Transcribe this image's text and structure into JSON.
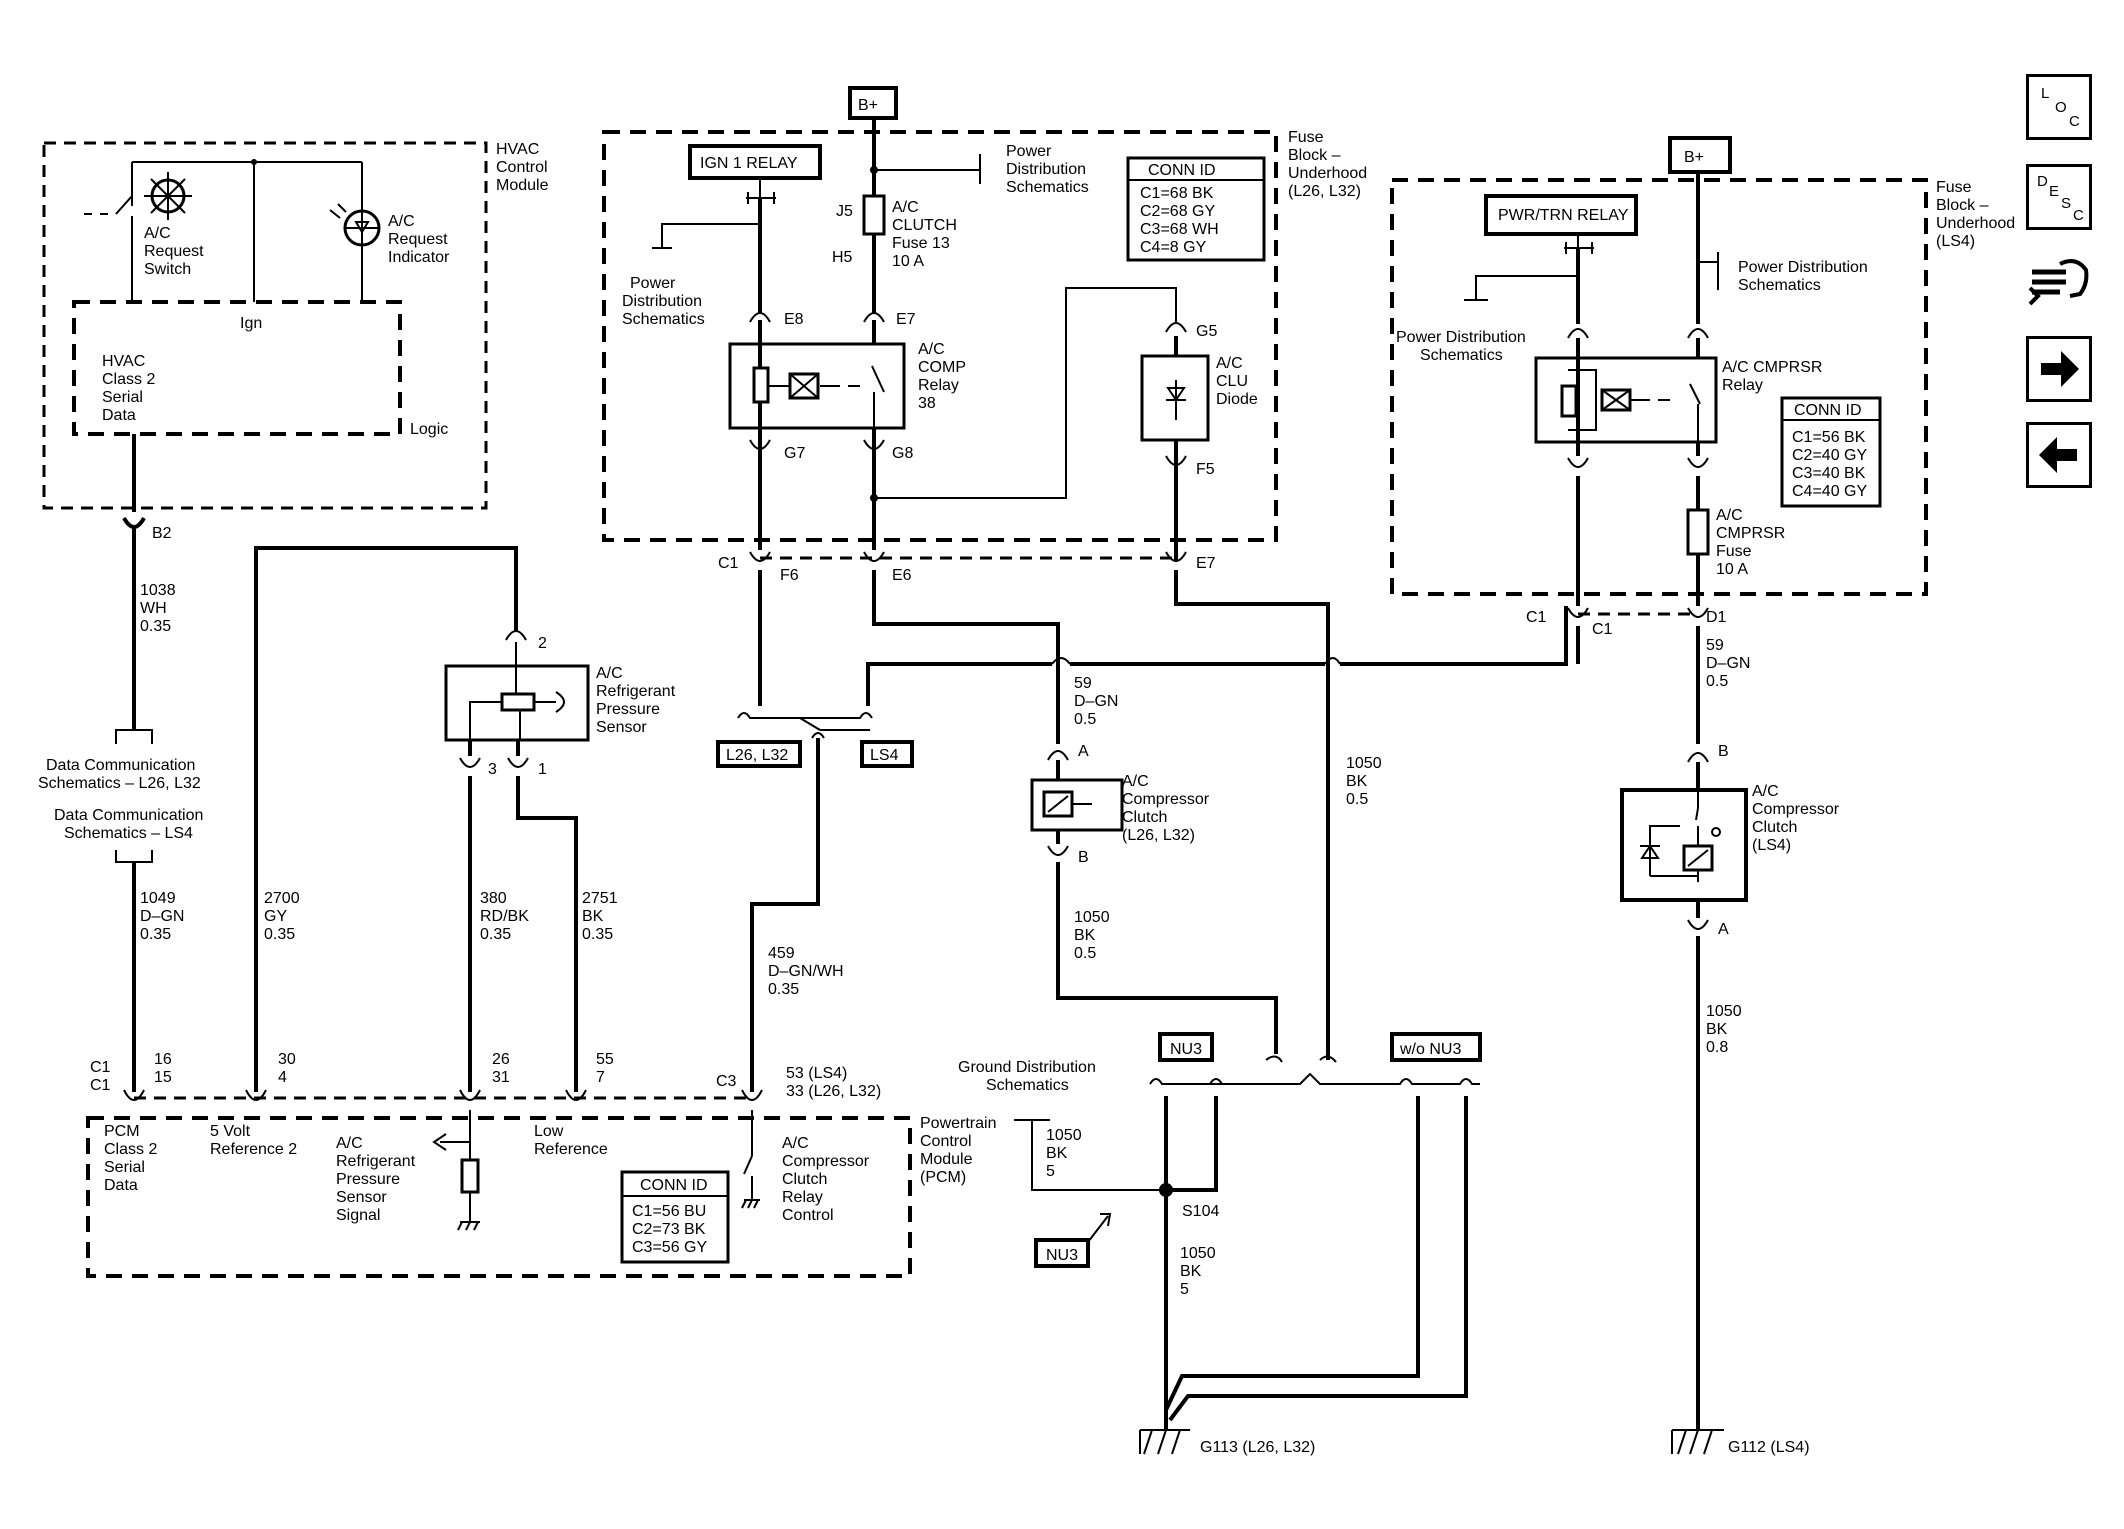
{
  "power": {
    "bplus_1": "B+",
    "bplus_2": "B+"
  },
  "hvac": {
    "module_lines": [
      "HVAC",
      "Control",
      "Module"
    ],
    "switch_lines": [
      "A/C",
      "Request",
      "Switch"
    ],
    "indicator_lines": [
      "A/C",
      "Request",
      "Indicator"
    ],
    "ign": "Ign",
    "serial_lines": [
      "HVAC",
      "Class 2",
      "Serial",
      "Data"
    ],
    "logic": "Logic",
    "pin": "B2",
    "wire_lines": [
      "1038",
      "WH",
      "0.35"
    ]
  },
  "datacomm": {
    "l26_lines": [
      "Data Communication",
      "Schematics – L26, L32"
    ],
    "ls4_lines": [
      "Data Communication",
      "Schematics – LS4"
    ]
  },
  "fuse_block_1": {
    "title_lines": [
      "Fuse",
      "Block –",
      "Underhood",
      "(L26, L32)"
    ],
    "ign_relay": "IGN 1 RELAY",
    "pwr_dist_lines": [
      "Power",
      "Distribution",
      "Schematics"
    ],
    "pwr_dist2_lines": [
      "Power",
      "Distribution",
      "Schematics"
    ],
    "fuse_lines": [
      "A/C",
      "CLUTCH",
      "Fuse 13",
      "10 A"
    ],
    "j5": "J5",
    "h5": "H5",
    "conn_title": "CONN ID",
    "conn_lines": [
      "C1=68 BK",
      "C2=68 GY",
      "C3=68 WH",
      "C4=8 GY"
    ],
    "e8": "E8",
    "e7": "E7",
    "g7": "G7",
    "g8": "G8",
    "g5": "G5",
    "f5": "F5",
    "relay_lines": [
      "A/C",
      "COMP",
      "Relay",
      "38"
    ],
    "diode_lines": [
      "A/C",
      "CLU",
      "Diode"
    ],
    "c1": "C1",
    "f6": "F6",
    "e6": "E6",
    "e7b": "E7"
  },
  "fuse_block_2": {
    "title_lines": [
      "Fuse",
      "Block –",
      "Underhood",
      "(LS4)"
    ],
    "pwr_relay": "PWR/TRN RELAY",
    "pwr_dist_lines": [
      "Power Distribution",
      "Schematics"
    ],
    "pwr_dist2_lines": [
      "Power Distribution",
      "Schematics"
    ],
    "relay_lines": [
      "A/C CMPRSR",
      "Relay"
    ],
    "conn_title": "CONN ID",
    "conn_lines": [
      "C1=56 BK",
      "C2=40 GY",
      "C3=40 BK",
      "C4=40 GY"
    ],
    "fuse_lines": [
      "A/C",
      "CMPRSR",
      "Fuse",
      "10 A"
    ],
    "c1a": "C1",
    "c1b": "C1",
    "d1": "D1"
  },
  "sensor": {
    "label_lines": [
      "A/C",
      "Refrigerant",
      "Pressure",
      "Sensor"
    ],
    "pin2": "2",
    "pin3": "3",
    "pin1": "1"
  },
  "options": {
    "l26": "L26, L32",
    "ls4": "LS4",
    "nu3": "NU3",
    "wo_nu3": "w/o NU3",
    "nu3b": "NU3"
  },
  "wires": {
    "w1049": [
      "1049",
      "D–GN",
      "0.35"
    ],
    "w2700": [
      "2700",
      "GY",
      "0.35"
    ],
    "w380": [
      "380",
      "RD/BK",
      "0.35"
    ],
    "w2751": [
      "2751",
      "BK",
      "0.35"
    ],
    "w459": [
      "459",
      "D–GN/WH",
      "0.35"
    ],
    "w59a": [
      "59",
      "D–GN",
      "0.5"
    ],
    "w1050a": [
      "1050",
      "BK",
      "0.5"
    ],
    "w1050b": [
      "1050",
      "BK",
      "0.5"
    ],
    "w59b": [
      "59",
      "D–GN",
      "0.5"
    ],
    "w1050c": [
      "1050",
      "BK",
      "0.8"
    ],
    "w1050d": [
      "1050",
      "BK",
      "5"
    ],
    "w1050e": [
      "1050",
      "BK",
      "5"
    ]
  },
  "clutch1": {
    "label_lines": [
      "A/C",
      "Compressor",
      "Clutch",
      "(L26, L32)"
    ],
    "pin_a": "A",
    "pin_b": "B"
  },
  "clutch2": {
    "label_lines": [
      "A/C",
      "Compressor",
      "Clutch",
      "(LS4)"
    ],
    "pin_a": "A",
    "pin_b": "B"
  },
  "pcm": {
    "pins_c": [
      "C1",
      "C1"
    ],
    "pins_16": [
      "16",
      "15"
    ],
    "pins_30": [
      "30",
      "4"
    ],
    "pins_26": [
      "26",
      "31"
    ],
    "pins_55": [
      "55",
      "7"
    ],
    "c3": "C3",
    "pins_53": [
      "53 (LS4)",
      "33 (L26, L32)"
    ],
    "class2_lines": [
      "PCM",
      "Class 2",
      "Serial",
      "Data"
    ],
    "ref_lines": [
      "5 Volt",
      "Reference 2"
    ],
    "signal_lines": [
      "A/C",
      "Refrigerant",
      "Pressure",
      "Sensor",
      "Signal"
    ],
    "low_ref_lines": [
      "Low",
      "Reference"
    ],
    "relay_ctrl_lines": [
      "A/C",
      "Compressor",
      "Clutch",
      "Relay",
      "Control"
    ],
    "module_lines": [
      "Powertrain",
      "Control",
      "Module",
      "(PCM)"
    ],
    "conn_title": "CONN ID",
    "conn_lines": [
      "C1=56 BU",
      "C2=73 BK",
      "C3=56 GY"
    ]
  },
  "ground": {
    "dist_lines": [
      "Ground Distribution",
      "Schematics"
    ],
    "s104": "S104",
    "g113": "G113 (L26, L32)",
    "g112": "G112 (LS4)"
  },
  "nav": {
    "loc": [
      "L",
      "O",
      "C"
    ],
    "desc": [
      "D",
      "E",
      "S",
      "C"
    ]
  }
}
